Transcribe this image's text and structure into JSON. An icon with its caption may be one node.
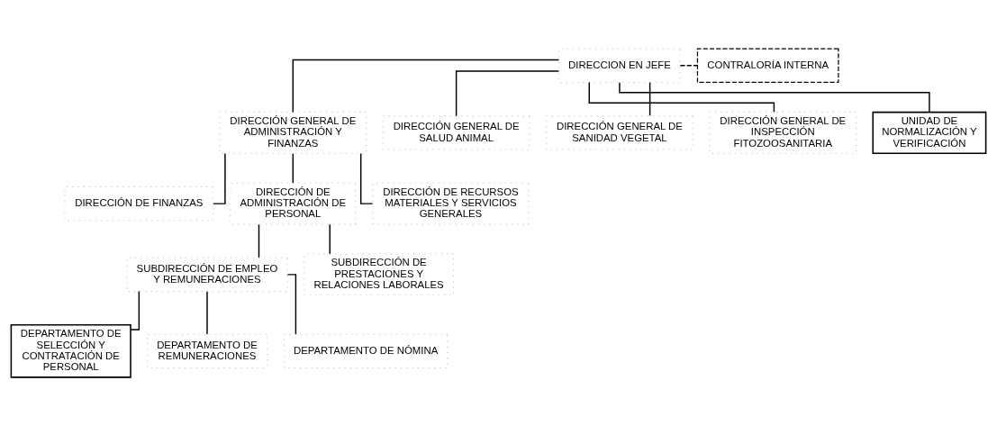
{
  "diagram": {
    "nodes": [
      {
        "text": [
          "DIRECCION EN JEFE"
        ]
      },
      {
        "text": [
          "CONTRALORÍA INTERNA"
        ]
      },
      {
        "text": [
          "DIRECCIÓN GENERAL DE ADMINISTRACIÓN Y FINANZAS"
        ]
      },
      {
        "text": [
          "DIRECCIÓN GENERAL DE SALUD ANIMAL"
        ]
      },
      {
        "text": [
          "DIRECCIÓN GENERAL DE SANIDAD VEGETAL"
        ]
      },
      {
        "text": [
          "DIRECCIÓN GENERAL DE INSPECCIÓN FITOZOOSANITARIA"
        ]
      },
      {
        "text": [
          "UNIDAD DE NORMALIZACIÓN Y VERIFICACIÓN"
        ]
      },
      {
        "text": [
          "DIRECCIÓN DE FINANZAS"
        ]
      },
      {
        "text": [
          "DIRECCIÓN DE ADMINISTRACIÓN DE PERSONAL"
        ]
      },
      {
        "text": [
          "DIRECCIÓN DE RECURSOS MATERIALES Y SERVICIOS GENERALES"
        ]
      },
      {
        "text": [
          "SUBDIRECCIÓN DE EMPLEO Y REMUNERACIONES"
        ]
      },
      {
        "text": [
          "SUBDIRECCIÓN DE PRESTACIONES Y RELACIONES LABORALES"
        ]
      },
      {
        "text": [
          "DEPARTAMENTO DE SELECCIÓN Y CONTRATACIÓN DE PERSONAL"
        ]
      },
      {
        "text": [
          "DEPARTAMENTO DE REMUNERACIONES"
        ]
      },
      {
        "text": [
          "DEPARTAMENTO DE NÓMINA"
        ]
      }
    ],
    "edges": [
      {
        "from": 0,
        "to": 1,
        "arrow": "none",
        "style": "dashed"
      },
      {
        "from": 0,
        "to": 2,
        "arrow": "none"
      },
      {
        "from": 0,
        "to": 3,
        "arrow": "none"
      },
      {
        "from": 0,
        "to": 4,
        "arrow": "none"
      },
      {
        "from": 0,
        "to": 5,
        "arrow": "none"
      },
      {
        "from": 0,
        "to": 6,
        "arrow": "none"
      },
      {
        "from": 2,
        "to": 7,
        "arrow": "none"
      },
      {
        "from": 2,
        "to": 8,
        "arrow": "none"
      },
      {
        "from": 2,
        "to": 9,
        "arrow": "none"
      },
      {
        "from": 8,
        "to": 10,
        "arrow": "none"
      },
      {
        "from": 8,
        "to": 11,
        "arrow": "none"
      },
      {
        "from": 10,
        "to": 12,
        "arrow": "none"
      },
      {
        "from": 10,
        "to": 13,
        "arrow": "none"
      },
      {
        "from": 10,
        "to": 14,
        "arrow": "none"
      }
    ]
  }
}
